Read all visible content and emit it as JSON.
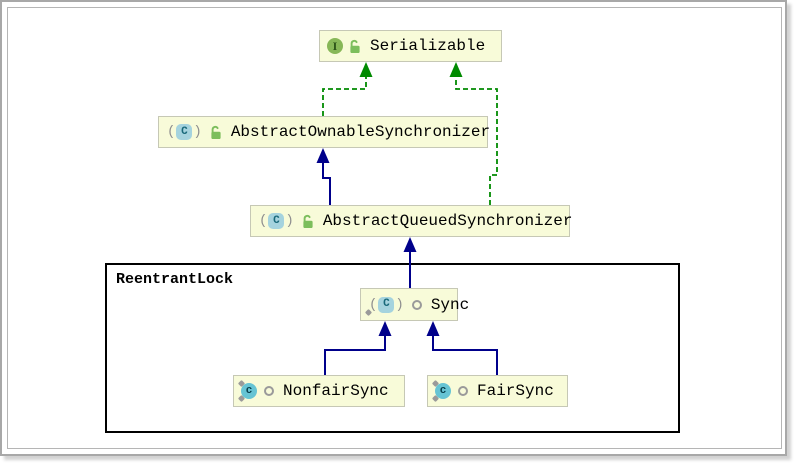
{
  "colors": {
    "node-fill": "#f8fbd9",
    "node-border": "#c6c8b5",
    "extends-color": "#00008b",
    "implements-color": "#008a00",
    "lock-green": "#7cbe5c",
    "interface-green": "#87b757",
    "class-teal": "#66c4d4",
    "abstract-teal": "#a5d3de",
    "frame-outer": "#a8a8a8",
    "frame-inner": "#b5b5b5",
    "container-border": "#000000"
  },
  "icon_glyphs": {
    "interface": "I",
    "class_upper": "C",
    "class_lower": "c",
    "paren_open": "(",
    "paren_close": ")"
  },
  "diagram": {
    "container": {
      "label": "ReentrantLock"
    },
    "nodes": [
      {
        "id": "serializable",
        "label": "Serializable",
        "stereotype": "interface",
        "icons": [
          "interface-icon",
          "unlock-icon"
        ]
      },
      {
        "id": "abstract-ownable-synchronizer",
        "label": "AbstractOwnableSynchronizer",
        "stereotype": "abstract class",
        "icons": [
          "abstract-class-icon",
          "unlock-icon"
        ]
      },
      {
        "id": "abstract-queued-synchronizer",
        "label": "AbstractQueuedSynchronizer",
        "stereotype": "abstract class",
        "icons": [
          "abstract-class-icon",
          "unlock-icon"
        ]
      },
      {
        "id": "sync",
        "label": "Sync",
        "stereotype": "abstract static class",
        "icons": [
          "abstract-class-icon",
          "key-marker-icon",
          "package-private-icon"
        ]
      },
      {
        "id": "nonfair-sync",
        "label": "NonfairSync",
        "stereotype": "static final class",
        "icons": [
          "class-icon",
          "static-marker-icon",
          "key-marker-icon",
          "package-private-icon"
        ]
      },
      {
        "id": "fair-sync",
        "label": "FairSync",
        "stereotype": "static final class",
        "icons": [
          "class-icon",
          "static-marker-icon",
          "key-marker-icon",
          "package-private-icon"
        ]
      }
    ],
    "edges": [
      {
        "from": "AbstractOwnableSynchronizer",
        "to": "Serializable",
        "type": "implements"
      },
      {
        "from": "AbstractQueuedSynchronizer",
        "to": "Serializable",
        "type": "implements"
      },
      {
        "from": "AbstractQueuedSynchronizer",
        "to": "AbstractOwnableSynchronizer",
        "type": "extends"
      },
      {
        "from": "Sync",
        "to": "AbstractQueuedSynchronizer",
        "type": "extends"
      },
      {
        "from": "NonfairSync",
        "to": "Sync",
        "type": "extends"
      },
      {
        "from": "FairSync",
        "to": "Sync",
        "type": "extends"
      }
    ]
  }
}
